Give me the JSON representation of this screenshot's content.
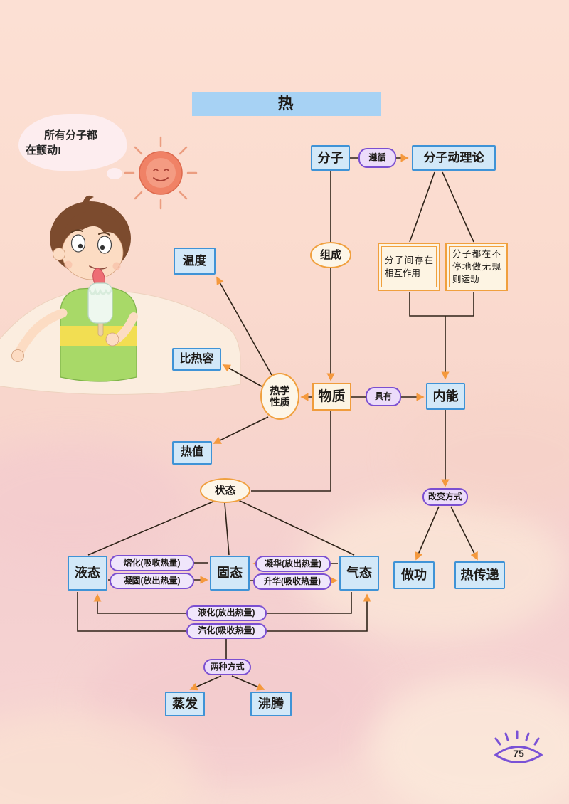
{
  "title": "热",
  "speech": {
    "line1": "所有分子都",
    "line2": "在颤动!"
  },
  "page_number": "75",
  "nodes": {
    "molecule": "分子",
    "follow": "遵循",
    "kinetic_theory": "分子动理论",
    "compose": "组成",
    "interaction": "分子间存在相互作用",
    "random_motion": "分子都在不停地做无规则运动",
    "temperature": "温度",
    "specific_heat": "比热容",
    "heating_value": "热值",
    "thermal_props": "热学性质",
    "matter": "物质",
    "has": "具有",
    "internal_energy": "内能",
    "state": "状态",
    "change_methods": "改变方式",
    "do_work": "做功",
    "heat_transfer": "热传递",
    "liquid": "液态",
    "solid": "固态",
    "gas": "气态",
    "melting": "熔化(吸收热量)",
    "solidifying": "凝固(放出热量)",
    "deposition": "凝华(放出热量)",
    "sublimation": "升华(吸收热量)",
    "liquefaction": "液化(放出热量)",
    "vaporization": "汽化(吸收热量)",
    "two_ways": "两种方式",
    "evaporation": "蒸发",
    "boiling": "沸腾"
  },
  "edges": [
    {
      "from": "分子",
      "label": "遵循",
      "to": "分子动理论"
    },
    {
      "from": "分子",
      "label": "组成",
      "to": "物质"
    },
    {
      "from": "分子动理论",
      "to": "分子间存在相互作用"
    },
    {
      "from": "分子动理论",
      "to": "分子都在不停地做无规则运动"
    },
    {
      "from": "分子间存在相互作用",
      "to": "内能"
    },
    {
      "from": "分子都在不停地做无规则运动",
      "to": "内能"
    },
    {
      "from": "物质",
      "to": "热学性质"
    },
    {
      "from": "热学性质",
      "to": "温度"
    },
    {
      "from": "热学性质",
      "to": "比热容"
    },
    {
      "from": "热学性质",
      "to": "热值"
    },
    {
      "from": "物质",
      "label": "具有",
      "to": "内能"
    },
    {
      "from": "物质",
      "to": "状态"
    },
    {
      "from": "状态",
      "to": "液态"
    },
    {
      "from": "状态",
      "to": "固态"
    },
    {
      "from": "状态",
      "to": "气态"
    },
    {
      "from": "固态",
      "label": "熔化(吸收热量)",
      "to": "液态"
    },
    {
      "from": "液态",
      "label": "凝固(放出热量)",
      "to": "固态"
    },
    {
      "from": "气态",
      "label": "凝华(放出热量)",
      "to": "固态"
    },
    {
      "from": "固态",
      "label": "升华(吸收热量)",
      "to": "气态"
    },
    {
      "from": "气态",
      "label": "液化(放出热量)",
      "to": "液态"
    },
    {
      "from": "液态",
      "label": "汽化(吸收热量)",
      "to": "气态"
    },
    {
      "from": "内能",
      "label": "改变方式",
      "to": "做功"
    },
    {
      "from": "内能",
      "label": "改变方式",
      "to": "热传递"
    },
    {
      "from": "汽化(吸收热量)",
      "label": "两种方式",
      "to": "蒸发"
    },
    {
      "from": "汽化(吸收热量)",
      "label": "两种方式",
      "to": "沸腾"
    }
  ],
  "colors": {
    "blue_border": "#3f93d6",
    "blue_fill": "#d2e8f8",
    "orange_border": "#f0a03e",
    "orange_fill": "#fdf4e3",
    "purple_border": "#7b4fd1",
    "purple_fill": "#ecdcfa",
    "arrow_head": "#f5993d",
    "line": "#2e2318",
    "title_fill": "#a7d2f4"
  }
}
